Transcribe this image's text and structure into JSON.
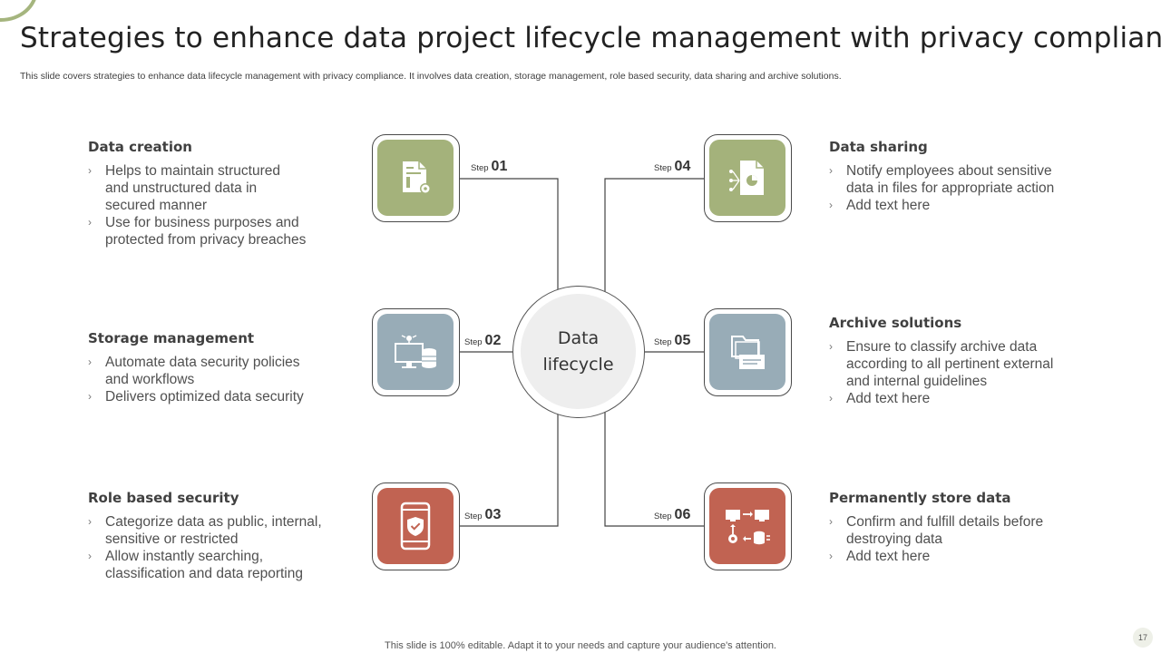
{
  "title": "Strategies to enhance data project lifecycle management with privacy compliance",
  "subtitle": "This slide covers strategies to enhance data lifecycle management with privacy compliance. It involves data creation, storage management, role based security, data sharing and archive solutions.",
  "hub": {
    "line1": "Data",
    "line2": "lifecycle"
  },
  "step_word": "Step",
  "colors": {
    "green": "#a4b27b",
    "blue": "#98acb7",
    "red": "#c16352",
    "accent_arc": "#a5b57e"
  },
  "steps": [
    {
      "number": "01",
      "icon": "document-gear-icon",
      "heading": "Data creation",
      "bullets": [
        "Helps to maintain structured and unstructured  data in secured manner",
        "Use for business purposes and protected from privacy breaches"
      ]
    },
    {
      "number": "02",
      "icon": "monitor-database-icon",
      "heading": "Storage management",
      "bullets": [
        "Automate data security policies and workflows",
        "Delivers optimized data security"
      ]
    },
    {
      "number": "03",
      "icon": "mobile-shield-icon",
      "heading": "Role based security",
      "bullets": [
        "Categorize data as public, internal, sensitive or restricted",
        "Allow instantly  searching, classification and data reporting"
      ]
    },
    {
      "number": "04",
      "icon": "file-share-icon",
      "heading": "Data sharing",
      "bullets": [
        "Notify employees about sensitive data in files for appropriate action",
        "Add text here"
      ]
    },
    {
      "number": "05",
      "icon": "folder-archive-icon",
      "heading": "Archive solutions",
      "bullets": [
        "Ensure to classify archive data according to all pertinent external and internal guidelines",
        "Add text here"
      ]
    },
    {
      "number": "06",
      "icon": "data-transfer-icon",
      "heading": "Permanently store data",
      "bullets": [
        "Confirm and fulfill  details before destroying data",
        "Add text here"
      ]
    }
  ],
  "footer": "This slide is 100% editable. Adapt it to your needs and capture your audience's attention.",
  "page_number": "17"
}
